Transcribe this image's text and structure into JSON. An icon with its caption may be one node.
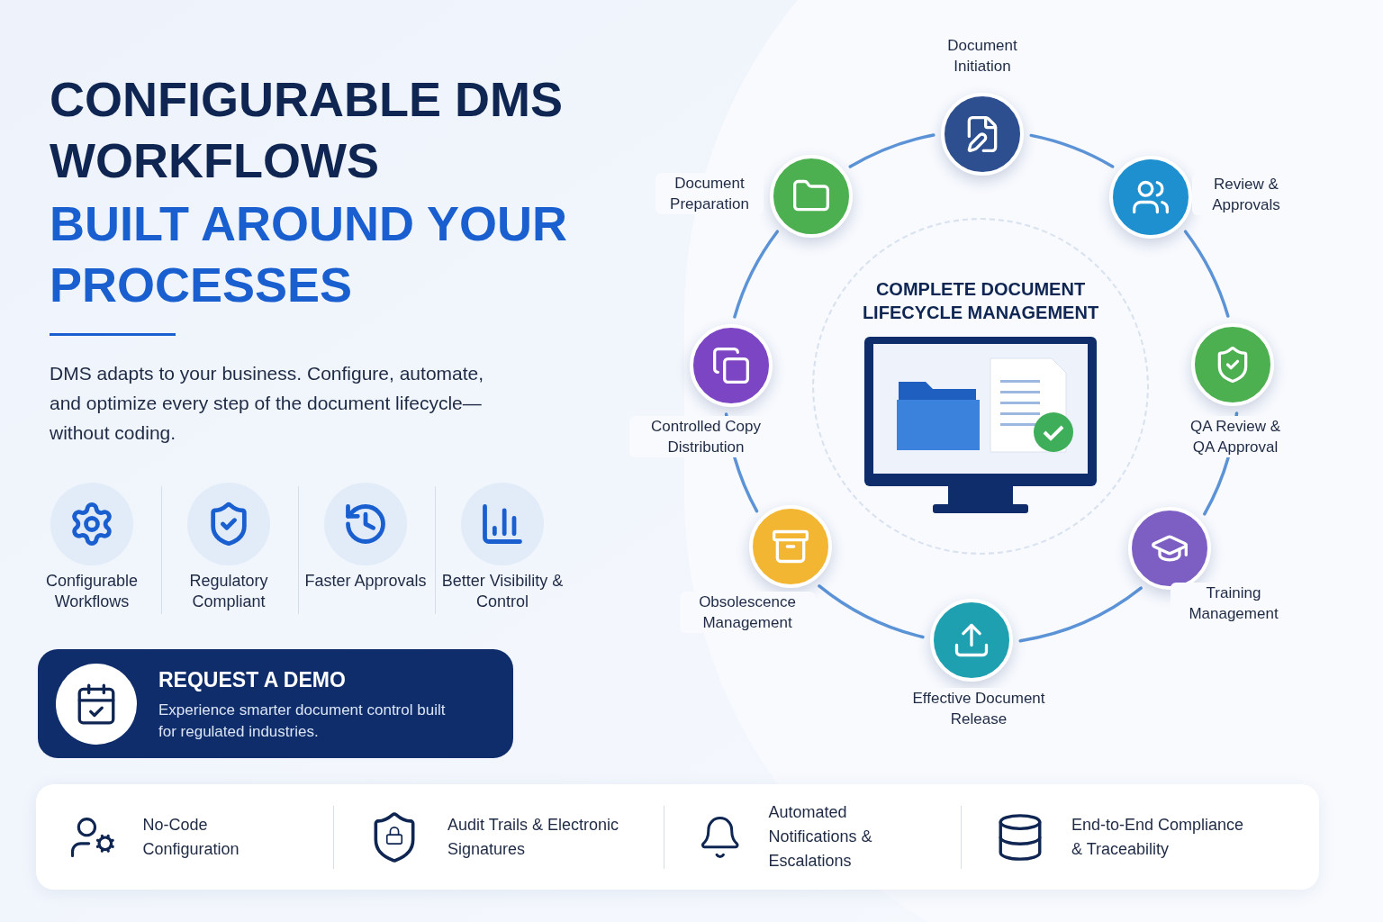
{
  "diagram": {
    "title": "CONFIGURABLE DMS WORKFLOWS",
    "nodes": [
      {
        "text": [
          "Document Initiation"
        ]
      },
      {
        "text": [
          "Review & Approvals"
        ]
      },
      {
        "text": [
          "QA Review & QA Approval"
        ]
      },
      {
        "text": [
          "Training Management"
        ]
      },
      {
        "text": [
          "Effective Document Release"
        ]
      },
      {
        "text": [
          "Obsolescence Management"
        ]
      },
      {
        "text": [
          "Controlled Copy Distribution"
        ]
      },
      {
        "text": [
          "Document Preparation"
        ]
      },
      {
        "text": [
          "COMPLETE DOCUMENT LIFECYCLE MANAGEMENT"
        ]
      },
      {
        "text": [
          "REQUEST A DEMO",
          "Experience smarter document control built for regulated industries."
        ]
      },
      {
        "text": [
          "No-Code Configuration",
          "Audit Trails & Electronic Signatures",
          "Automated Notifications & Escalations",
          "End-to-End Compliance & Traceability"
        ]
      }
    ],
    "edges": [
      {
        "from": 0,
        "to": 1,
        "arrow": "none"
      },
      {
        "from": 1,
        "to": 2,
        "arrow": "none"
      },
      {
        "from": 2,
        "to": 3,
        "arrow": "none"
      },
      {
        "from": 3,
        "to": 4,
        "arrow": "none"
      },
      {
        "from": 4,
        "to": 5,
        "arrow": "none"
      },
      {
        "from": 5,
        "to": 6,
        "arrow": "none"
      },
      {
        "from": 6,
        "to": 7,
        "arrow": "none"
      },
      {
        "from": 7,
        "to": 0,
        "arrow": "none"
      }
    ],
    "labels": [
      "BUILT AROUND YOUR PROCESSES",
      "DMS adapts to your business. Configure, automate, and optimize every step of the document lifecycle—without coding.",
      "Configurable Workflows",
      "Regulatory Compliant",
      "Faster Approvals",
      "Better Visibility & Control"
    ]
  }
}
